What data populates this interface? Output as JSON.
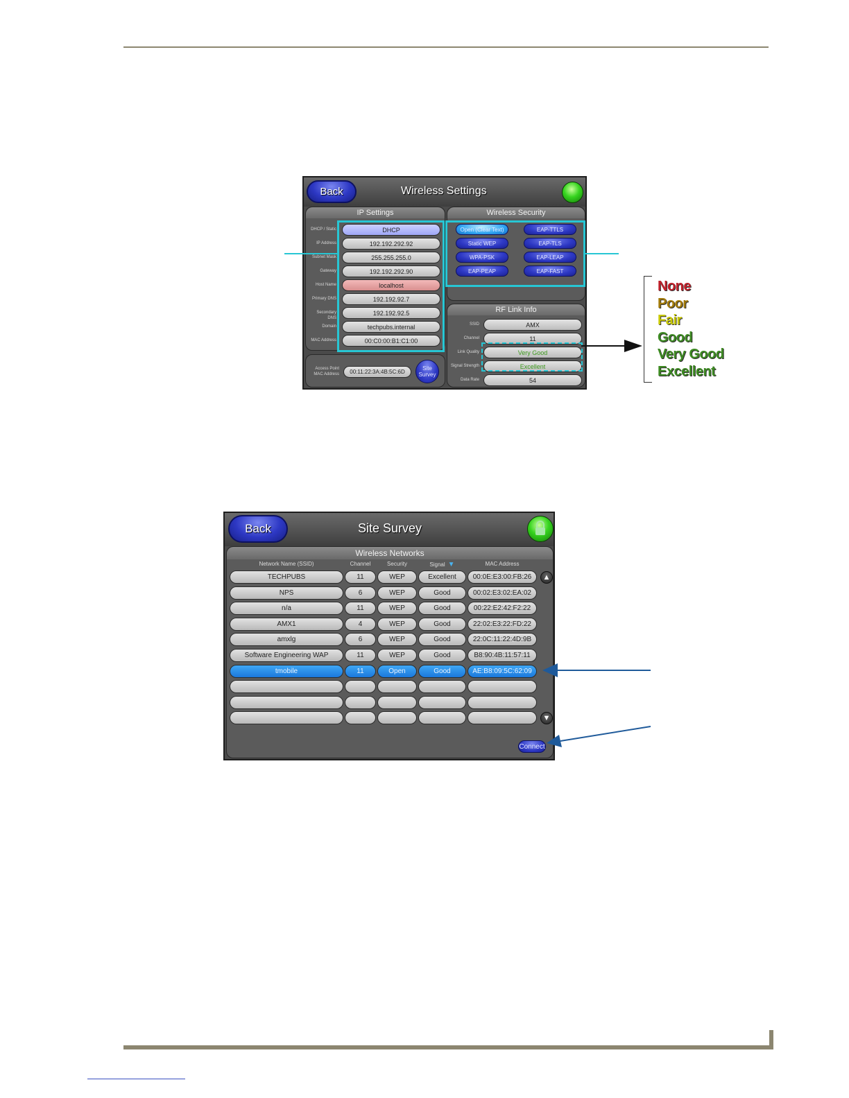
{
  "wireless_settings": {
    "title": "Wireless Settings",
    "back_label": "Back",
    "ip_settings": {
      "header": "IP Settings",
      "fields": [
        {
          "label": "DHCP / Static",
          "value": "DHCP"
        },
        {
          "label": "IP Address",
          "value": "192.192.292.92"
        },
        {
          "label": "Subnet Mask",
          "value": "255.255.255.0"
        },
        {
          "label": "Gateway",
          "value": "192.192.292.90"
        },
        {
          "label": "Host Name",
          "value": "localhost"
        },
        {
          "label": "Primary DNS",
          "value": "192.192.92.7"
        },
        {
          "label": "Secondary DNS",
          "value": "192.192.92.5"
        },
        {
          "label": "Domain",
          "value": "techpubs.internal"
        },
        {
          "label": "MAC Address",
          "value": "00:C0:00:B1:C1:00"
        }
      ],
      "access_point_label": "Access Point MAC Address",
      "access_point_value": "00:11:22:3A:4B:5C:6D",
      "site_survey_label": "Site Survey"
    },
    "wireless_security": {
      "header": "Wireless Security",
      "buttons": [
        "Open (Clear Text)",
        "EAP-TTLS",
        "Static WEP",
        "EAP-TLS",
        "WPA-PSK",
        "EAP-LEAP",
        "EAP-PEAP",
        "EAP-FAST"
      ]
    },
    "rf_link_info": {
      "header": "RF Link Info",
      "fields": [
        {
          "label": "SSID",
          "value": "AMX"
        },
        {
          "label": "Channel",
          "value": "11"
        },
        {
          "label": "Link Quality",
          "value": "Very Good"
        },
        {
          "label": "Signal Strength",
          "value": "Excellent"
        },
        {
          "label": "Data Rate",
          "value": "54"
        }
      ]
    }
  },
  "legend": [
    {
      "label": "None",
      "color": "#c0202a"
    },
    {
      "label": "Poor",
      "color": "#a27a0a"
    },
    {
      "label": "Fair",
      "color": "#c8c800"
    },
    {
      "label": "Good",
      "color": "#3d8a22"
    },
    {
      "label": "Very Good",
      "color": "#3d8a22"
    },
    {
      "label": "Excellent",
      "color": "#3d8a22"
    }
  ],
  "site_survey": {
    "title": "Site Survey",
    "back_label": "Back",
    "section_header": "Wireless Networks",
    "columns": [
      "Network Name (SSID)",
      "Channel",
      "Security",
      "Signal",
      "MAC Address"
    ],
    "rows": [
      [
        "TECHPUBS",
        "11",
        "WEP",
        "Excellent",
        "00:0E:E3:00:FB:26"
      ],
      [
        "NPS",
        "6",
        "WEP",
        "Good",
        "00:02:E3:02:EA:02"
      ],
      [
        "n/a",
        "11",
        "WEP",
        "Good",
        "00:22:E2:42:F2:22"
      ],
      [
        "AMX1",
        "4",
        "WEP",
        "Good",
        "22:02:E3:22:FD:22"
      ],
      [
        "amxlg",
        "6",
        "WEP",
        "Good",
        "22:0C:11:22:4D:9B"
      ],
      [
        "Software Engineering WAP",
        "11",
        "WEP",
        "Good",
        "B8:90:4B:11:57:11"
      ],
      [
        "tmobile",
        "11",
        "Open",
        "Good",
        "AE:B8:09:5C:62:09"
      ],
      [
        "",
        "",
        "",
        "",
        ""
      ],
      [
        "",
        "",
        "",
        "",
        ""
      ],
      [
        "",
        "",
        "",
        "",
        ""
      ]
    ],
    "selected_row": 6,
    "connect_label": "Connect"
  }
}
